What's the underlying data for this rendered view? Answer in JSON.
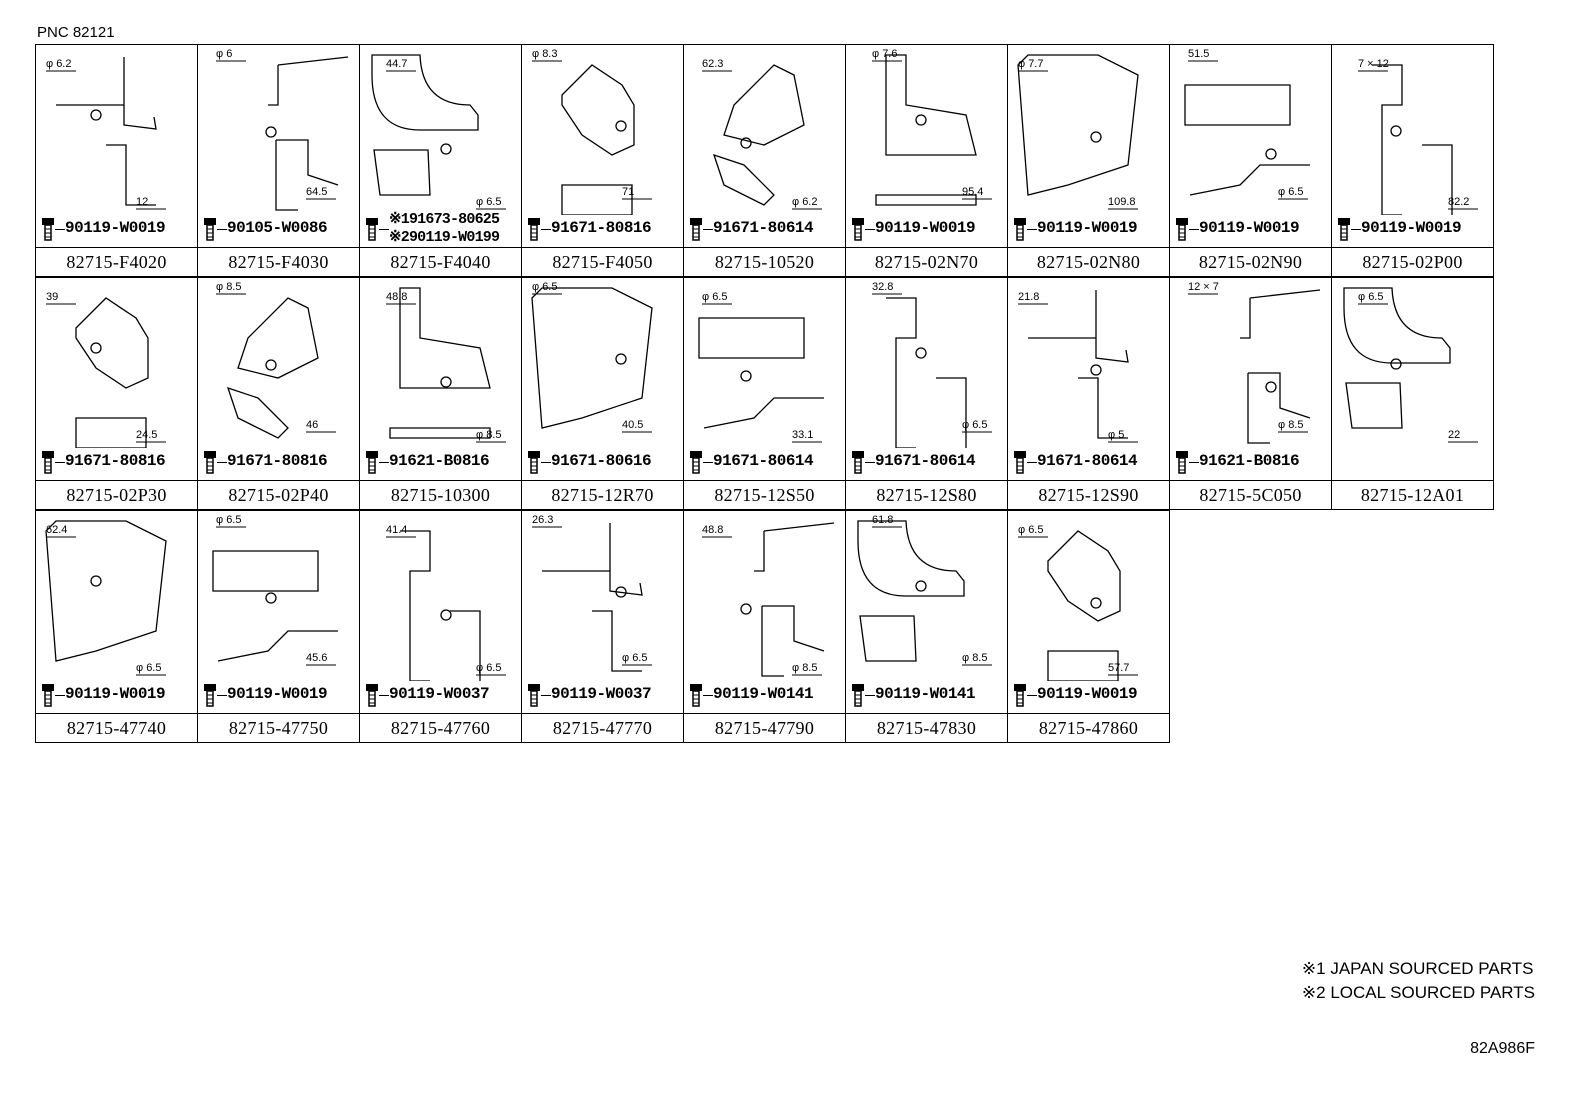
{
  "header": {
    "pnc": "PNC 82121"
  },
  "rows": [
    [
      {
        "part": "82715-F4020",
        "bolt": [
          "90119-W0019"
        ],
        "dims": [
          "φ 6.2",
          "12"
        ]
      },
      {
        "part": "82715-F4030",
        "bolt": [
          "90105-W0086"
        ],
        "dims": [
          "φ 6",
          "64.5"
        ]
      },
      {
        "part": "82715-F4040",
        "bolt": [
          "※191673-80625",
          "※290119-W0199"
        ],
        "dims": [
          "44.7",
          "φ 6.5"
        ]
      },
      {
        "part": "82715-F4050",
        "bolt": [
          "91671-80816"
        ],
        "dims": [
          "φ 8.3",
          "71"
        ]
      },
      {
        "part": "82715-10520",
        "bolt": [
          "91671-80614"
        ],
        "dims": [
          "62.3",
          "φ 6.2"
        ]
      },
      {
        "part": "82715-02N70",
        "bolt": [
          "90119-W0019"
        ],
        "dims": [
          "φ 7.6",
          "95.4"
        ]
      },
      {
        "part": "82715-02N80",
        "bolt": [
          "90119-W0019"
        ],
        "dims": [
          "φ 7.7",
          "109.8"
        ]
      },
      {
        "part": "82715-02N90",
        "bolt": [
          "90119-W0019"
        ],
        "dims": [
          "51.5",
          "φ 6.5"
        ]
      },
      {
        "part": "82715-02P00",
        "bolt": [
          "90119-W0019"
        ],
        "dims": [
          "7 × 12",
          "82.2"
        ]
      }
    ],
    [
      {
        "part": "82715-02P30",
        "bolt": [
          "91671-80816"
        ],
        "dims": [
          "39",
          "24.5"
        ]
      },
      {
        "part": "82715-02P40",
        "bolt": [
          "91671-80816"
        ],
        "dims": [
          "φ 8.5",
          "46"
        ]
      },
      {
        "part": "82715-10300",
        "bolt": [
          "91621-B0816"
        ],
        "dims": [
          "48.8",
          "φ 8.5"
        ]
      },
      {
        "part": "82715-12R70",
        "bolt": [
          "91671-80616"
        ],
        "dims": [
          "φ 6.5",
          "40.5"
        ]
      },
      {
        "part": "82715-12S50",
        "bolt": [
          "91671-80614"
        ],
        "dims": [
          "φ 6.5",
          "33.1"
        ]
      },
      {
        "part": "82715-12S80",
        "bolt": [
          "91671-80614"
        ],
        "dims": [
          "32.8",
          "φ 6.5"
        ]
      },
      {
        "part": "82715-12S90",
        "bolt": [
          "91671-80614"
        ],
        "dims": [
          "21.8",
          "φ 5"
        ]
      },
      {
        "part": "82715-5C050",
        "bolt": [
          "91621-B0816"
        ],
        "dims": [
          "12 × 7",
          "φ 8.5"
        ]
      },
      {
        "part": "82715-12A01",
        "bolt": [],
        "dims": [
          "φ 6.5",
          "22"
        ]
      }
    ],
    [
      {
        "part": "82715-47740",
        "bolt": [
          "90119-W0019"
        ],
        "dims": [
          "62.4",
          "φ 6.5"
        ]
      },
      {
        "part": "82715-47750",
        "bolt": [
          "90119-W0019"
        ],
        "dims": [
          "φ 6.5",
          "45.6"
        ]
      },
      {
        "part": "82715-47760",
        "bolt": [
          "90119-W0037"
        ],
        "dims": [
          "41.4",
          "φ 6.5"
        ]
      },
      {
        "part": "82715-47770",
        "bolt": [
          "90119-W0037"
        ],
        "dims": [
          "26.3",
          "φ 6.5"
        ]
      },
      {
        "part": "82715-47790",
        "bolt": [
          "90119-W0141"
        ],
        "dims": [
          "48.8",
          "φ 8.5"
        ]
      },
      {
        "part": "82715-47830",
        "bolt": [
          "90119-W0141"
        ],
        "dims": [
          "61.8",
          "φ 8.5"
        ]
      },
      {
        "part": "82715-47860",
        "bolt": [
          "90119-W0019"
        ],
        "dims": [
          "φ 6.5",
          "57.7"
        ]
      }
    ]
  ],
  "notes": [
    "※1 JAPAN SOURCED PARTS",
    "※2 LOCAL SOURCED PARTS"
  ],
  "ref": "82A986F"
}
